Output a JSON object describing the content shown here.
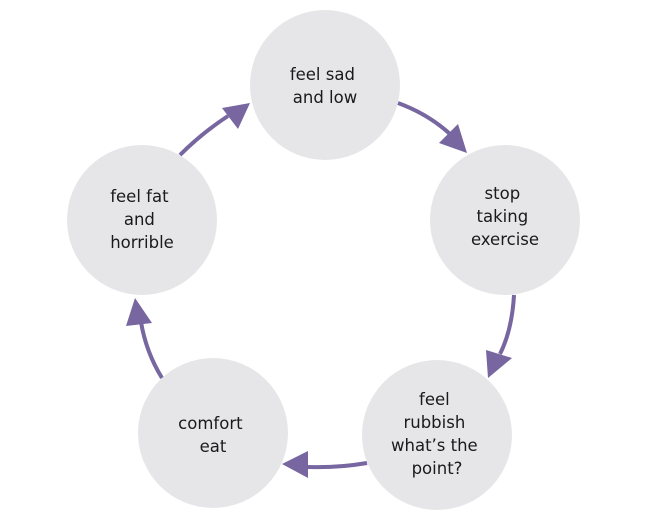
{
  "diagram": {
    "title": "Cycle of low mood and comfort eating",
    "colors": {
      "node_fill": "#e6e6e8",
      "arrow": "#7766a0",
      "text": "#1a1a1a"
    },
    "nodes": [
      {
        "id": "feel-sad-and-low",
        "lines": [
          "feel sad",
          "and low"
        ]
      },
      {
        "id": "stop-taking-exercise",
        "lines": [
          "stop",
          "taking",
          "exercise"
        ]
      },
      {
        "id": "feel-rubbish",
        "lines": [
          "feel",
          "rubbish",
          "what’s the",
          "point?"
        ]
      },
      {
        "id": "comfort-eat",
        "lines": [
          "comfort",
          "eat"
        ]
      },
      {
        "id": "feel-fat-and-horrible",
        "lines": [
          "feel fat",
          "and",
          "horrible"
        ]
      }
    ],
    "edges": [
      {
        "from": "feel-sad-and-low",
        "to": "stop-taking-exercise"
      },
      {
        "from": "stop-taking-exercise",
        "to": "feel-rubbish"
      },
      {
        "from": "feel-rubbish",
        "to": "comfort-eat"
      },
      {
        "from": "comfort-eat",
        "to": "feel-fat-and-horrible"
      },
      {
        "from": "feel-fat-and-horrible",
        "to": "feel-sad-and-low"
      }
    ]
  }
}
